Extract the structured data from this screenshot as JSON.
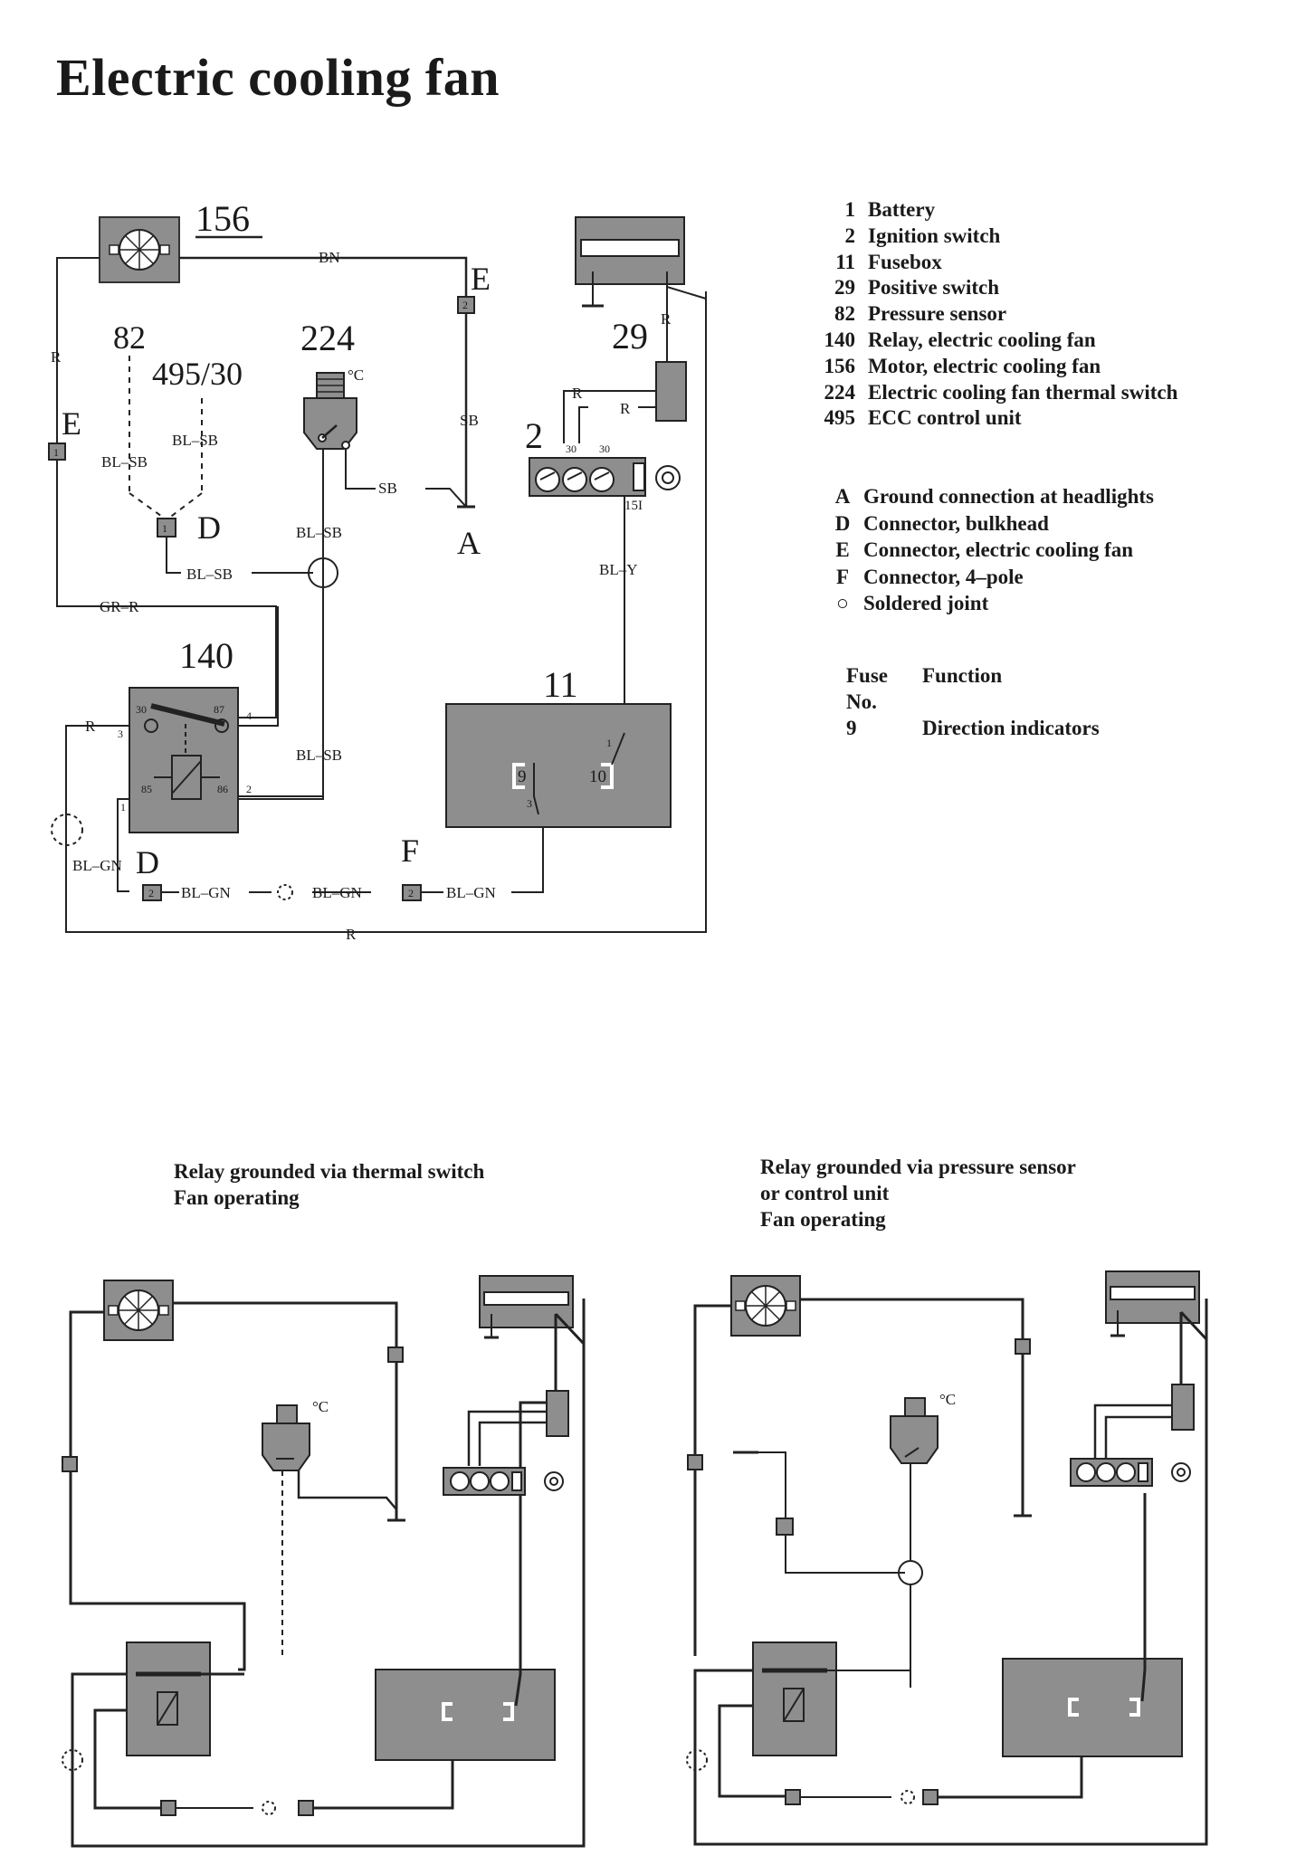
{
  "title": "Electric cooling fan",
  "component_labels": {
    "motor": "156",
    "pressure_sensor": "82",
    "ecc": "495/30",
    "thermal_switch": "224",
    "positive_switch": "29",
    "ignition_switch": "2",
    "relay": "140",
    "fusebox": "11"
  },
  "connector_labels": {
    "e_top": "E",
    "e_left": "E",
    "a": "A",
    "d_top": "D",
    "d_bottom": "D",
    "f": "F"
  },
  "wire_labels": {
    "bn": "BN",
    "sb_vertical": "SB",
    "sb_horizontal": "SB",
    "r_left": "R",
    "r_top_right": "R",
    "r_ign1": "R",
    "r_ign2": "R",
    "r_relay": "R",
    "r_bottom": "R",
    "bl_sb_1": "BL–SB",
    "bl_sb_2": "BL–SB",
    "bl_sb_3": "BL–SB",
    "bl_sb_4": "BL–SB",
    "bl_sb_5": "BL–SB",
    "gr_r": "GR–R",
    "bl_y": "BL–Y",
    "bl_gn_1": "BL–GN",
    "bl_gn_2": "BL–GN",
    "bl_gn_3": "BL–GN",
    "bl_gn_4": "BL–GN"
  },
  "pin_labels": {
    "relay_30": "30",
    "relay_87": "87",
    "relay_85": "85",
    "relay_86": "86",
    "relay_p3": "3",
    "relay_p4": "4",
    "relay_p1": "1",
    "relay_p2": "2",
    "ign_30a": "30",
    "ign_30b": "30",
    "ign_15i": "15I",
    "fuse_9": "9",
    "fuse_10": "10",
    "fuse_p1": "1",
    "fuse_p3": "3",
    "conn_d": "1",
    "conn_e_top": "2",
    "conn_e_left": "1",
    "conn_d_bottom": "2",
    "conn_f": "2",
    "temp_symbol": "°C"
  },
  "legend": [
    {
      "num": "1",
      "text": "Battery"
    },
    {
      "num": "2",
      "text": "Ignition switch"
    },
    {
      "num": "11",
      "text": "Fusebox"
    },
    {
      "num": "29",
      "text": "Positive switch"
    },
    {
      "num": "82",
      "text": "Pressure sensor"
    },
    {
      "num": "140",
      "text": "Relay, electric cooling fan"
    },
    {
      "num": "156",
      "text": "Motor, electric cooling fan"
    },
    {
      "num": "224",
      "text": "Electric cooling fan thermal switch"
    },
    {
      "num": "495",
      "text": "ECC control unit"
    }
  ],
  "letters": [
    {
      "key": "A",
      "text": "Ground connection at headlights"
    },
    {
      "key": "D",
      "text": "Connector, bulkhead"
    },
    {
      "key": "E",
      "text": "Connector, electric cooling fan"
    },
    {
      "key": "F",
      "text": "Connector, 4–pole"
    },
    {
      "key": "○",
      "text": "Soldered joint"
    }
  ],
  "fuse_table": {
    "col1_line1": "Fuse",
    "col1_line2": "No.",
    "col2": "Function",
    "rows": [
      {
        "no": "9",
        "function": "Direction indicators"
      }
    ]
  },
  "captions": {
    "left_line1": "Relay grounded via thermal switch",
    "left_line2": "Fan operating",
    "right_line1": "Relay grounded via pressure sensor",
    "right_line2": "or control unit",
    "right_line3": "Fan operating"
  }
}
